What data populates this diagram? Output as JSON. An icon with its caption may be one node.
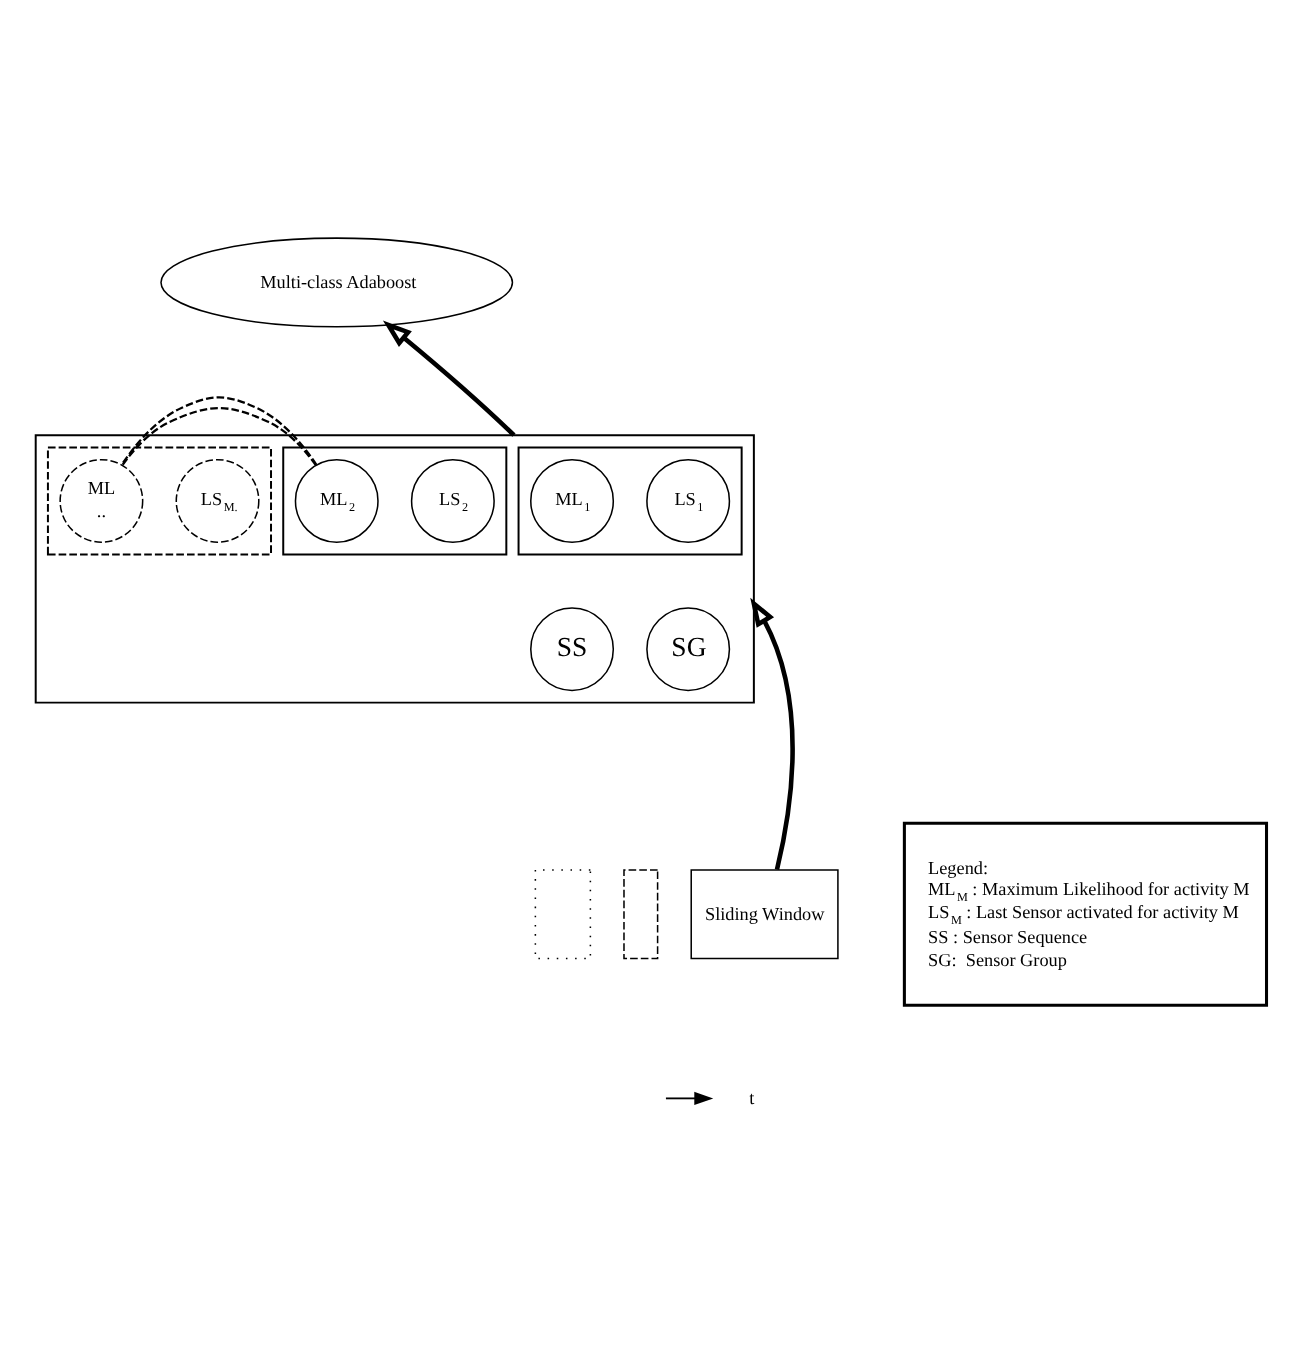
{
  "diagram": {
    "nodes": [
      {
        "text": [
          "Multi-class Adaboost"
        ]
      },
      {
        "text": [],
        "shape": "box"
      },
      {
        "text": [],
        "shape": "box",
        "in": 1
      },
      {
        "text": [
          "ML$_{1}$"
        ],
        "in": 2
      },
      {
        "text": [
          "LS$_{1}$"
        ],
        "in": 2
      },
      {
        "text": [],
        "shape": "box",
        "in": 1
      },
      {
        "text": [
          "ML$_{2}$"
        ],
        "in": 5
      },
      {
        "text": [
          "LS$_{2}$"
        ],
        "in": 5
      },
      {
        "text": [],
        "shape": "box",
        "in": 1
      },
      {
        "text": [
          "ML",
          ".."
        ],
        "in": 8
      },
      {
        "text": [
          "LS$_{M.}$"
        ],
        "in": 8
      },
      {
        "text": [
          "SS"
        ],
        "in": 1
      },
      {
        "text": [
          "SG"
        ],
        "in": 1
      },
      {
        "text": [],
        "shape": "box"
      },
      {
        "text": [],
        "shape": "box"
      },
      {
        "text": [
          "Sliding Window"
        ]
      },
      {
        "text": [
          "Legend:",
          "ML$_{M}$ : Maximum Likelihood for activity M",
          "LS$_{M}$ : Last Sensor activated for activity M",
          "SS : Sensor Sequence",
          "SG:  Sensor Group"
        ]
      }
    ],
    "edges": [
      {
        "from": 1,
        "to": 0,
        "arrow": "to"
      },
      {
        "from": 5,
        "to": 8,
        "arrow": "none",
        "style": "dashed"
      },
      {
        "from": 15,
        "to": 1,
        "arrow": "to"
      }
    ],
    "labels": [
      "t"
    ]
  }
}
